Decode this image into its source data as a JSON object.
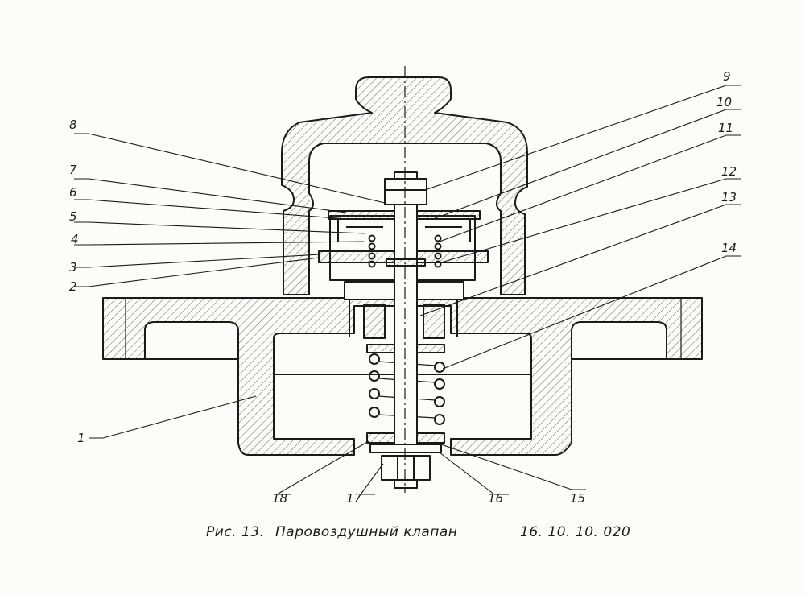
{
  "drawing": {
    "leaders": [
      {
        "num": "1"
      },
      {
        "num": "2"
      },
      {
        "num": "3"
      },
      {
        "num": "4"
      },
      {
        "num": "5"
      },
      {
        "num": "6"
      },
      {
        "num": "7"
      },
      {
        "num": "8"
      },
      {
        "num": "9"
      },
      {
        "num": "10"
      },
      {
        "num": "11"
      },
      {
        "num": "12"
      },
      {
        "num": "13"
      },
      {
        "num": "14"
      },
      {
        "num": "15"
      },
      {
        "num": "16"
      },
      {
        "num": "17"
      },
      {
        "num": "18"
      }
    ]
  },
  "caption": {
    "figure": "Рис. 13.",
    "title": "Паровоздушный  клапан",
    "code": "16. 10. 10. 020"
  }
}
